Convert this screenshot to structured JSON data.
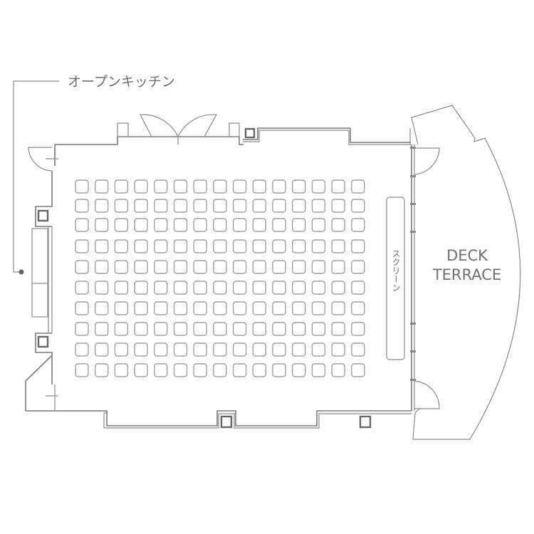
{
  "labels": {
    "open_kitchen": "オープンキッチン",
    "screen": "スクリーン",
    "deck_line1": "DECK",
    "deck_line2": "TERRACE"
  },
  "seating": {
    "rows": 10,
    "columns": 15
  },
  "colors": {
    "line": "#7a7a7a",
    "seat": "#a0a0a0",
    "text": "#707070"
  }
}
